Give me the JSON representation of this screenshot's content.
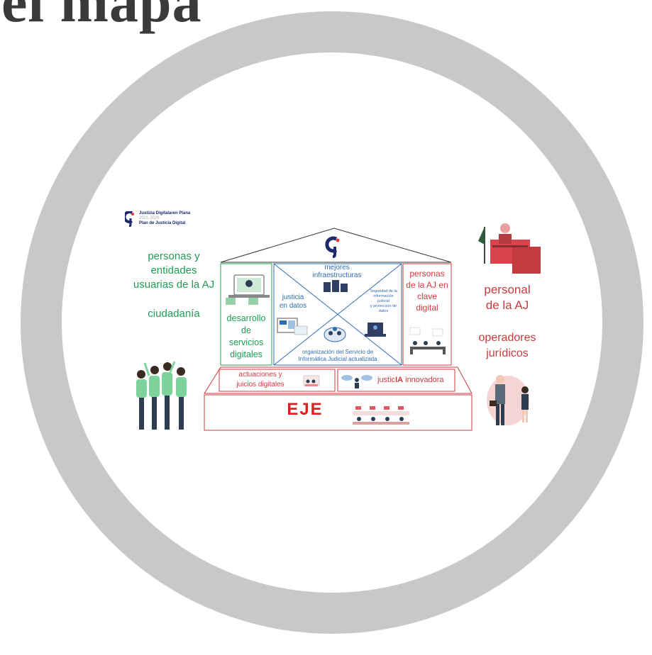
{
  "title": "el mapa",
  "logo": {
    "line1": "Justizia Digitalaren Plana",
    "line2": "2021-2026",
    "line3": "Plan de Justicia Digital"
  },
  "left": {
    "group1": [
      "personas y",
      "entidades",
      "usuarias de la AJ"
    ],
    "group2": "ciudadanía"
  },
  "right": {
    "group1": [
      "personal",
      "de la AJ"
    ],
    "group2": [
      "operadores",
      "jurídicos"
    ]
  },
  "house": {
    "col_left": [
      "desarrollo",
      "de",
      "servicios",
      "digitales"
    ],
    "col_right": [
      "personas",
      "de la AJ en",
      "clave",
      "digital"
    ],
    "top": [
      "mejores",
      "infraestructuras"
    ],
    "left_tri": [
      "justicia",
      "en datos"
    ],
    "right_tri": [
      "Seguridad de la",
      "información",
      "judicial",
      "y protección de",
      "datos"
    ],
    "bottom": [
      "organización del Servicio de",
      "Informática Judicial actualizada"
    ],
    "band_left": [
      "actuaciones y",
      "juicios digitales"
    ],
    "band_right_prefix": "justic",
    "band_right_bold": "IA",
    "band_right_suffix": " innovadora",
    "base": "EJE"
  },
  "colors": {
    "ring": "#c8c8c8",
    "green": "#1f9d55",
    "red": "#cc3b3b",
    "blue": "#2f6db0",
    "navy": "#1d2a6b"
  },
  "icons": [
    "justicia-logo-icon",
    "laptop-people-icon",
    "server-icon",
    "dashboard-icon",
    "network-icon",
    "security-screen-icon",
    "meeting-icon",
    "courtroom-icon",
    "people-group-icon",
    "business-people-icon",
    "cloud-people-icon",
    "ai-people-icon",
    "ledger-people-icon"
  ]
}
